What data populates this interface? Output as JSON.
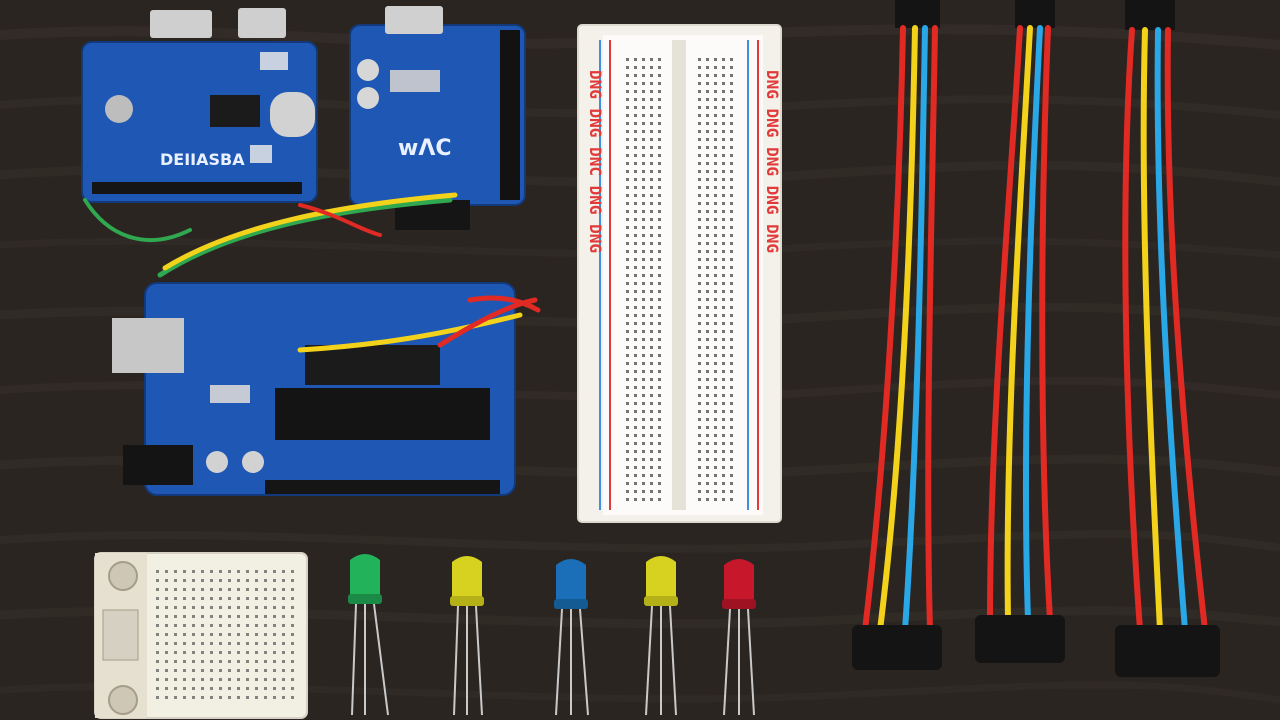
{
  "scene": {
    "background": "wood-desk",
    "colors": {
      "wood_dark": "#2b2522",
      "wood_grain": "#3a322d",
      "pcb_blue": "#1f57b4",
      "breadboard": "#f3f1ea",
      "wire_red": "#e12a24",
      "wire_yellow": "#f2d21b",
      "wire_blue": "#2aa7e6",
      "wire_black": "#141414",
      "led_green": "#22b25a",
      "led_yellow": "#d6d21f",
      "led_blue": "#1b6fb8",
      "led_red": "#c6182a"
    }
  },
  "boards": {
    "top_left_label": "DEIIASBA",
    "top_mid_label": "ᴡɅC"
  },
  "breadboard": {
    "left_marks": "DNG DNG DNC DNG DNG",
    "right_marks": "DNG DNG DNG DNG DNG"
  }
}
